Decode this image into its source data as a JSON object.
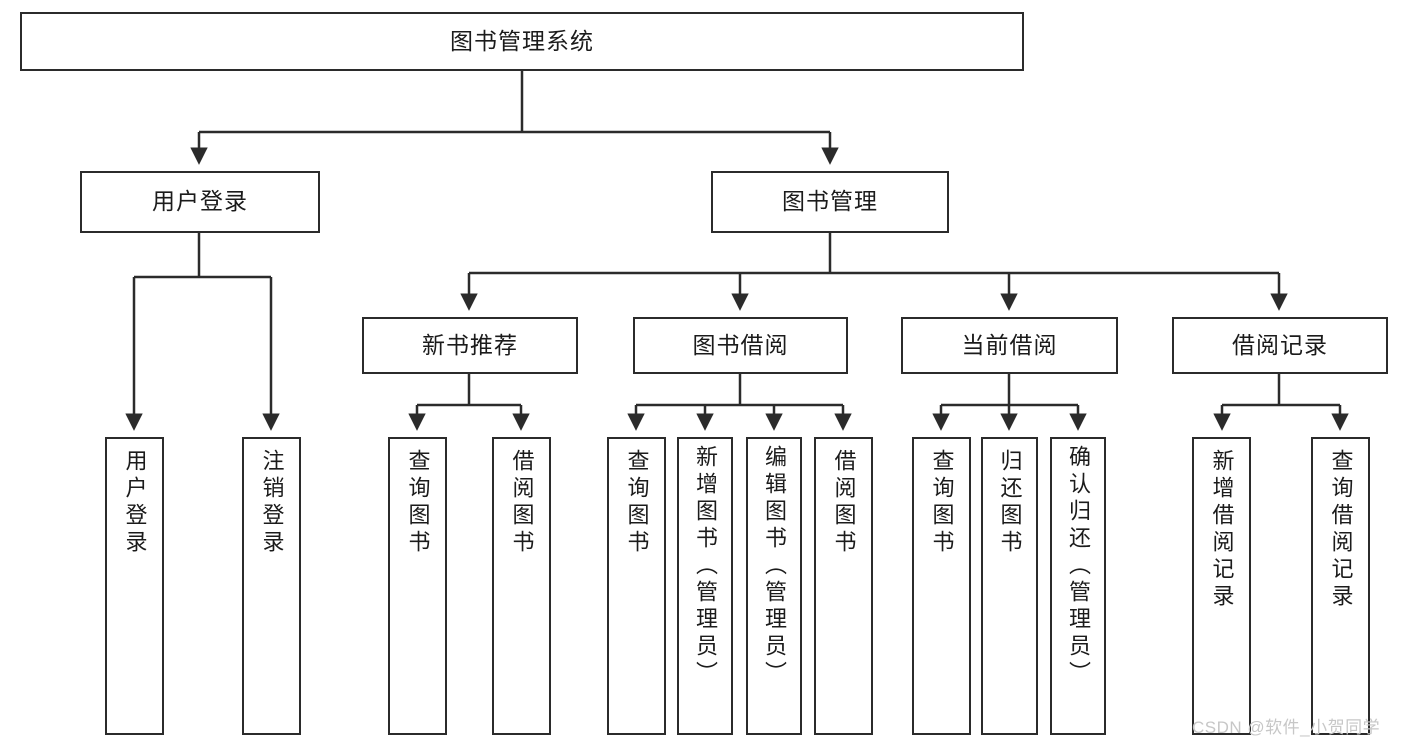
{
  "diagram": {
    "type": "tree-hierarchy",
    "title_node": {
      "id": "root",
      "label": "图书管理系统"
    },
    "level2": [
      {
        "id": "user-login",
        "label": "用户登录"
      },
      {
        "id": "book-manage",
        "label": "图书管理"
      }
    ],
    "level3": [
      {
        "id": "new-book-recommend",
        "label": "新书推荐",
        "parent": "book-manage"
      },
      {
        "id": "book-borrow",
        "label": "图书借阅",
        "parent": "book-manage"
      },
      {
        "id": "current-borrow",
        "label": "当前借阅",
        "parent": "book-manage"
      },
      {
        "id": "borrow-record",
        "label": "借阅记录",
        "parent": "book-manage"
      }
    ],
    "leaves": {
      "user_login": [
        {
          "id": "leaf-user-login",
          "label": "用户登录"
        },
        {
          "id": "leaf-user-logout",
          "label": "注销登录"
        }
      ],
      "new_book_recommend": [
        {
          "id": "leaf-query-book-1",
          "label": "查询图书"
        },
        {
          "id": "leaf-borrow-book-1",
          "label": "借阅图书"
        }
      ],
      "book_borrow": [
        {
          "id": "leaf-query-book-2",
          "label": "查询图书"
        },
        {
          "id": "leaf-add-book",
          "label": "新增图书（管理员）"
        },
        {
          "id": "leaf-edit-book",
          "label": "编辑图书（管理员）"
        },
        {
          "id": "leaf-borrow-book-2",
          "label": "借阅图书"
        }
      ],
      "current_borrow": [
        {
          "id": "leaf-query-book-3",
          "label": "查询图书"
        },
        {
          "id": "leaf-return-book",
          "label": "归还图书"
        },
        {
          "id": "leaf-confirm-return",
          "label": "确认归还（管理员）"
        }
      ],
      "borrow_record": [
        {
          "id": "leaf-add-record",
          "label": "新增借阅记录"
        },
        {
          "id": "leaf-query-record",
          "label": "查询借阅记录"
        }
      ]
    }
  },
  "watermark": {
    "text": "CSDN @软件_小贺同学"
  },
  "colors": {
    "stroke": "#2b2b2b",
    "fill": "#ffffff",
    "text": "#1b1b1b",
    "watermark": "#c7c7c7"
  }
}
